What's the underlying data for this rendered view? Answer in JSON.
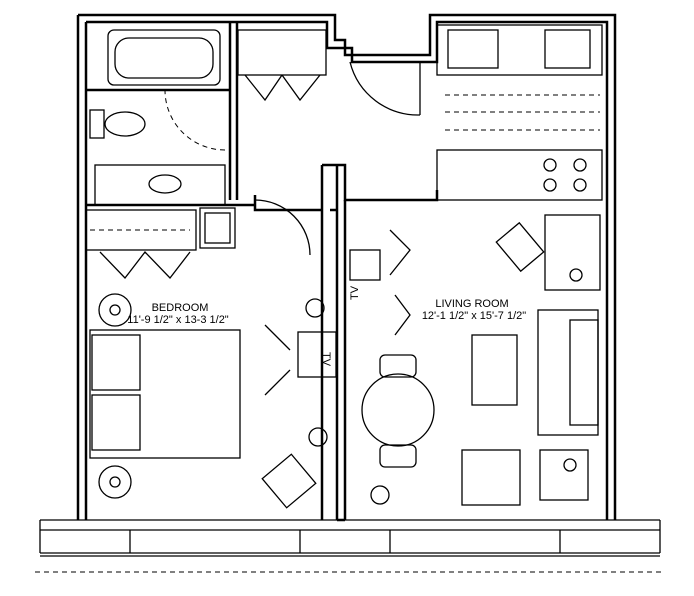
{
  "rooms": {
    "bedroom": {
      "name": "BEDROOM",
      "dimensions": "11'-9 1/2\" x 13-3 1/2\""
    },
    "living_room": {
      "name": "LIVING ROOM",
      "dimensions": "12'-1 1/2\" x 15'-7 1/2\""
    }
  },
  "furniture_labels": {
    "tv_bedroom": "TV",
    "tv_living": "TV"
  }
}
